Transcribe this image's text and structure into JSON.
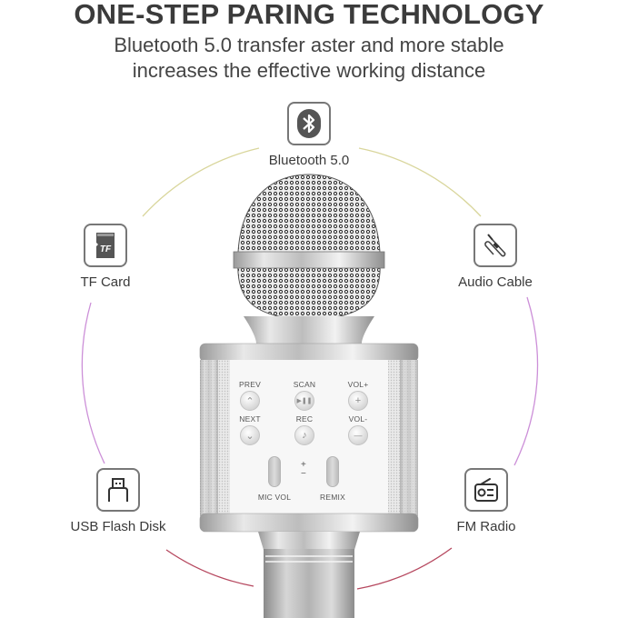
{
  "header": {
    "title": "ONE-STEP PARING TECHNOLOGY",
    "subtitle_line1": "Bluetooth 5.0 transfer aster and more stable",
    "subtitle_line2": "increases the effective working distance"
  },
  "features": [
    {
      "id": "bluetooth",
      "label": "Bluetooth 5.0",
      "icon": "bluetooth-icon"
    },
    {
      "id": "tf-card",
      "label": "TF Card",
      "icon": "sd-card-icon"
    },
    {
      "id": "audio-cable",
      "label": "Audio Cable",
      "icon": "audio-cable-icon"
    },
    {
      "id": "usb",
      "label": "USB Flash Disk",
      "icon": "usb-icon"
    },
    {
      "id": "fm",
      "label": "FM Radio",
      "icon": "radio-icon"
    }
  ],
  "tf_icon_text": "TF",
  "arc_colors": {
    "top": "#d9d69c",
    "sides": "#cc8fd8",
    "bottom": "#b6485f"
  },
  "microphone": {
    "controls": {
      "prev": "PREV",
      "scan": "SCAN",
      "vol_plus": "VOL+",
      "next": "NEXT",
      "rec": "REC",
      "vol_minus": "VOL-",
      "plus_sign": "+",
      "minus_sign": "−",
      "mic_vol": "MIC VOL",
      "remix": "REMIX"
    },
    "button_glyphs": {
      "prev": "⌃",
      "scan": "▶❚❚",
      "vol_plus": "+",
      "next": "⌄",
      "rec": "♪",
      "vol_minus": "—"
    }
  }
}
